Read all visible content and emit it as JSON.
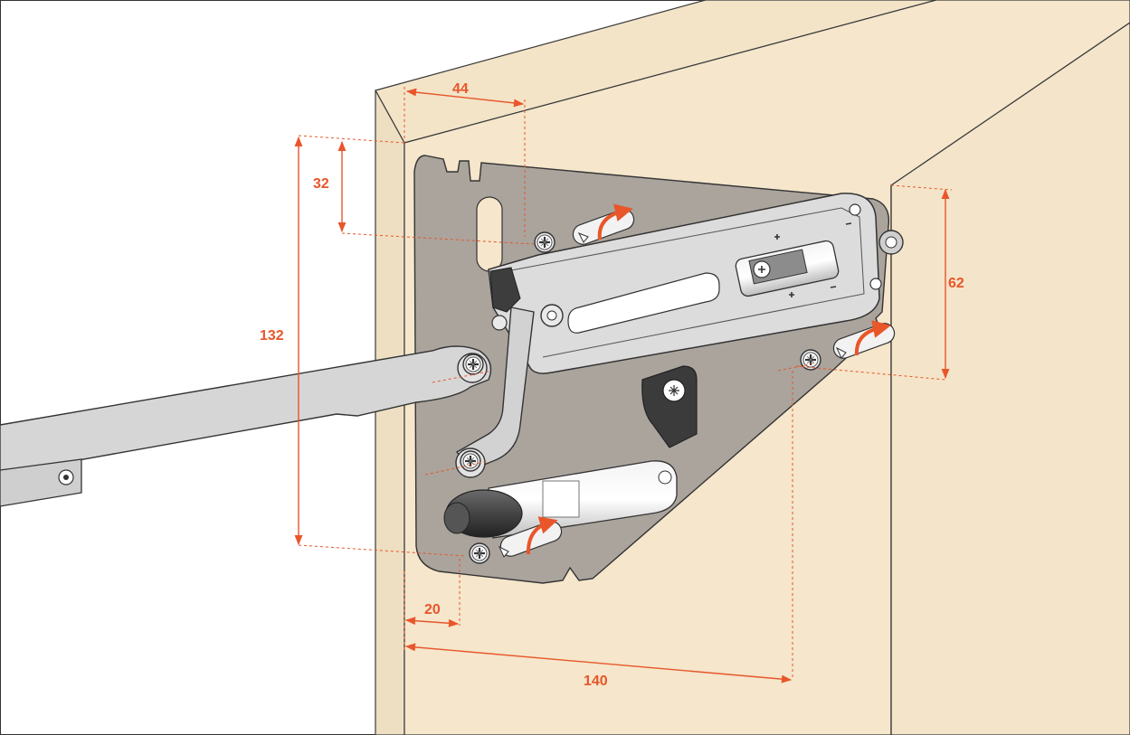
{
  "colors": {
    "cabinet_face": "#f5e6cc",
    "cabinet_side": "#f3e4c8",
    "cabinet_edge": "#3a3a3a",
    "mount_plate": "#aaa49d",
    "metal": "#dcdcdc",
    "metal_dark": "#bdbdbd",
    "dimension": "#e8562a",
    "cylinder_dark": "#3b3b3b",
    "background": "#ffffff"
  },
  "dimensions": {
    "d44": "44",
    "d32": "32",
    "d132": "132",
    "d62": "62",
    "d20": "20",
    "d140": "140"
  },
  "icons": {
    "screw": "phillips-screw-icon",
    "dowel": "dowel-pin-icon",
    "rotate": "rotate-arrow-icon"
  }
}
